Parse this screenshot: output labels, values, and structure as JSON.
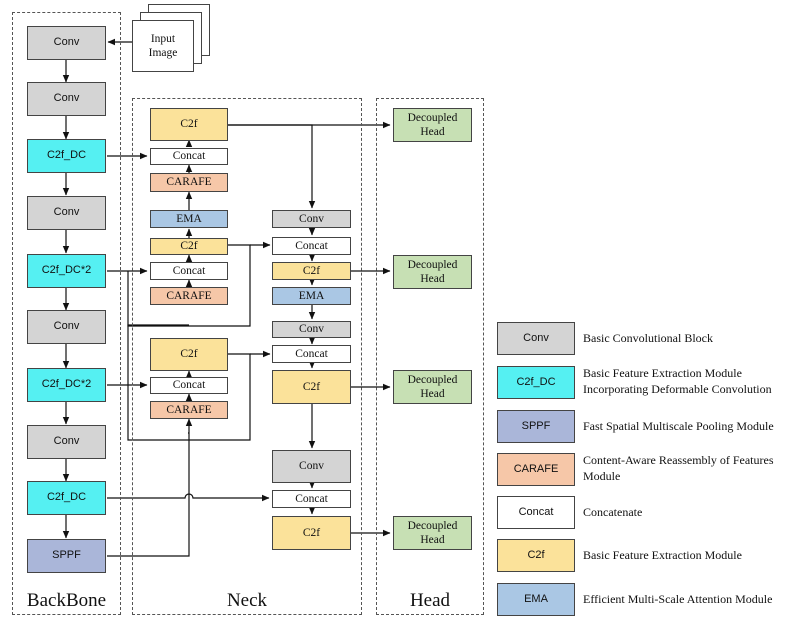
{
  "regions": {
    "backbone": "BackBone",
    "neck": "Neck",
    "head": "Head"
  },
  "input": "Input\nImage",
  "backbone": {
    "conv1": "Conv",
    "conv2": "Conv",
    "c2fdc1": "C2f_DC",
    "conv3": "Conv",
    "c2fdc2": "C2f_DC*2",
    "conv4": "Conv",
    "c2fdc3": "C2f_DC*2",
    "conv5": "Conv",
    "c2fdc4": "C2f_DC",
    "sppf": "SPPF"
  },
  "neck": {
    "top_c2f": "C2f",
    "concat1": "Concat",
    "carafe1": "CARAFE",
    "ema1": "EMA",
    "c2f2": "C2f",
    "concat2": "Concat",
    "carafe2": "CARAFE",
    "c2f3": "C2f",
    "concat3": "Concat",
    "carafe3": "CARAFE",
    "r_conv1": "Conv",
    "r_concat1": "Concat",
    "r_c2f1": "C2f",
    "r_ema": "EMA",
    "r_conv2": "Conv",
    "r_concat2": "Concat",
    "r_c2f2": "C2f",
    "r_conv3": "Conv",
    "r_concat3": "Concat",
    "r_c2f3": "C2f"
  },
  "head": {
    "dec1": "Decoupled\nHead",
    "dec2": "Decoupled\nHead",
    "dec3": "Decoupled\nHead",
    "dec4": "Decoupled\nHead"
  },
  "legend": [
    {
      "key": "Conv",
      "desc": "Basic Convolutional Block",
      "color": "#d4d4d4"
    },
    {
      "key": "C2f_DC",
      "desc": "Basic Feature Extraction Module Incorporating Deformable Convolution",
      "color": "#55f0f2"
    },
    {
      "key": "SPPF",
      "desc": "Fast Spatial Multiscale Pooling Module",
      "color": "#aab6d9"
    },
    {
      "key": "CARAFE",
      "desc": "Content-Aware Reassembly of Features Module",
      "color": "#f6c7a8"
    },
    {
      "key": "Concat",
      "desc": "Concatenate",
      "color": "#ffffff"
    },
    {
      "key": "C2f",
      "desc": "Basic Feature Extraction Module",
      "color": "#fbe29a"
    },
    {
      "key": "EMA",
      "desc": "Efficient Multi-Scale Attention Module",
      "color": "#aac7e4"
    }
  ]
}
